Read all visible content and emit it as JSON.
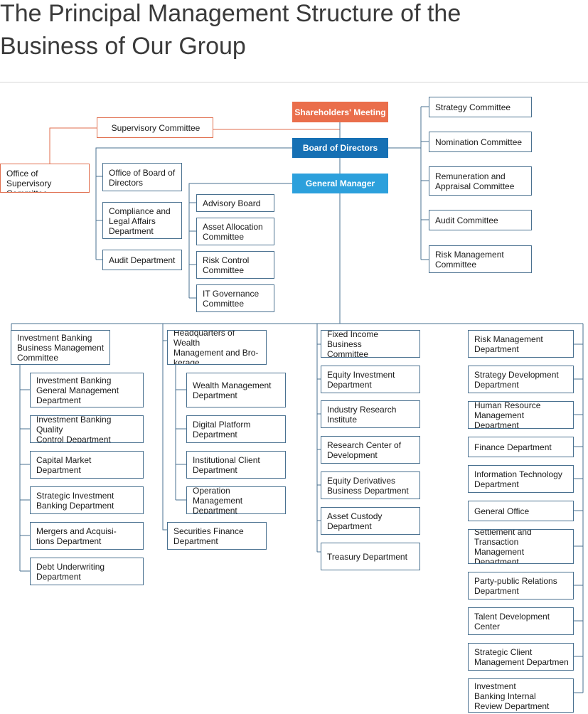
{
  "title": "The Principal Management Structure of the\nBusiness of Our Group",
  "top": {
    "shareholders": "Shareholders' Meeting",
    "board": "Board of Directors",
    "general_manager": "General Manager",
    "supervisory_committee": "Supervisory Committee",
    "office_supervisory": "Office of Supervisory\nCommittee"
  },
  "board_committees": [
    "Strategy Committee",
    "Nomination Committee",
    "Remuneration and\nAppraisal Committee",
    "Audit Committee",
    "Risk Management\nCommittee"
  ],
  "board_departments": [
    "Office of Board of\nDirectors",
    "Compliance and\nLegal Affairs\nDepartment",
    "Audit Department"
  ],
  "gm_committees": [
    "Advisory Board",
    "Asset Allocation\nCommittee",
    "Risk Control\nCommittee",
    "IT Governance\nCommittee"
  ],
  "col1": {
    "head": "Investment Banking\nBusiness Management\nCommittee",
    "items": [
      "Investment Banking\nGeneral Management\nDepartment",
      "Investment Banking Quality\nControl Department",
      "Capital Market\nDepartment",
      "Strategic Investment\nBanking Department",
      "Mergers and Acquisi-\ntions Department",
      "Debt Underwriting\nDepartment"
    ]
  },
  "col2": {
    "head": "Headquarters of Wealth\nManagement and Bro-\nkerage",
    "items": [
      "Wealth Management\nDepartment",
      "Digital Platform\nDepartment",
      "Institutional Client\nDepartment",
      "Operation Management\nDepartment"
    ],
    "extra": "Securities Finance\nDepartment"
  },
  "col3": {
    "items": [
      "Fixed Income Business\nCommittee",
      "Equity Investment\nDepartment",
      "Industry Research\nInstitute",
      "Research Center of\nDevelopment",
      "Equity Derivatives\nBusiness Department",
      "Asset Custody\nDepartment",
      "Treasury Department"
    ]
  },
  "col4": {
    "items": [
      "Risk Management\nDepartment",
      "Strategy Development\nDepartment",
      "Human Resource\nManagement Department",
      "Finance Department",
      "Information Technology\nDepartment",
      "General Office",
      "Settlement and\nTransaction Management\nDepartment",
      "Party-public Relations\nDepartment",
      "Talent Development\nCenter",
      "Strategic Client\nManagement Departmen",
      "Investment\nBanking Internal\nReview Department"
    ]
  }
}
